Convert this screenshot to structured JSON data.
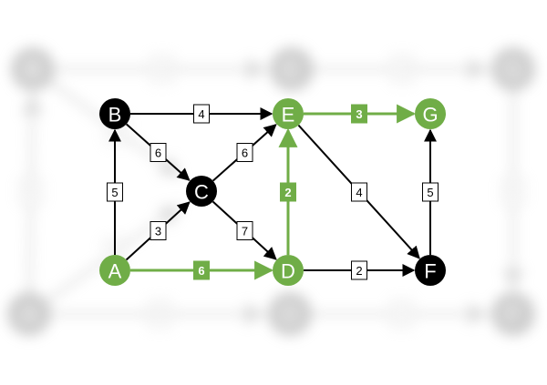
{
  "colors": {
    "highlight": "#70ad47",
    "black_node": "#000000",
    "edge": "#000000",
    "background_node": "#a6a6a6",
    "background_edge": "#bfbfbf",
    "background_text": "#ffffff",
    "weight_box_fill": "#ffffff"
  },
  "graph": {
    "nodes": [
      {
        "id": "A",
        "label": "A",
        "style": "highlight"
      },
      {
        "id": "B",
        "label": "B",
        "style": "black"
      },
      {
        "id": "C",
        "label": "C",
        "style": "black"
      },
      {
        "id": "D",
        "label": "D",
        "style": "highlight"
      },
      {
        "id": "E",
        "label": "E",
        "style": "highlight"
      },
      {
        "id": "F",
        "label": "F",
        "style": "black"
      },
      {
        "id": "G",
        "label": "G",
        "style": "highlight"
      }
    ],
    "edges": [
      {
        "from": "A",
        "to": "B",
        "weight": "5",
        "highlight": false
      },
      {
        "from": "A",
        "to": "C",
        "weight": "3",
        "highlight": false
      },
      {
        "from": "A",
        "to": "D",
        "weight": "6",
        "highlight": true
      },
      {
        "from": "B",
        "to": "E",
        "weight": "4",
        "highlight": false
      },
      {
        "from": "B",
        "to": "C",
        "weight": "6",
        "highlight": false
      },
      {
        "from": "C",
        "to": "E",
        "weight": "6",
        "highlight": false
      },
      {
        "from": "C",
        "to": "D",
        "weight": "7",
        "highlight": false
      },
      {
        "from": "D",
        "to": "E",
        "weight": "2",
        "highlight": true
      },
      {
        "from": "D",
        "to": "F",
        "weight": "2",
        "highlight": false
      },
      {
        "from": "E",
        "to": "F",
        "weight": "4",
        "highlight": false
      },
      {
        "from": "E",
        "to": "G",
        "weight": "3",
        "highlight": true
      },
      {
        "from": "F",
        "to": "G",
        "weight": "5",
        "highlight": false
      }
    ]
  },
  "background_graph": {
    "nodes": [
      {
        "id": "A",
        "label": "A"
      },
      {
        "id": "B",
        "label": "B"
      },
      {
        "id": "D",
        "label": "D"
      },
      {
        "id": "E",
        "label": "E"
      },
      {
        "id": "F",
        "label": "F"
      },
      {
        "id": "G",
        "label": "G"
      }
    ],
    "edges": [
      {
        "from": "A",
        "to": "B",
        "weight": "5"
      },
      {
        "from": "B",
        "to": "E",
        "weight": "4"
      },
      {
        "from": "E",
        "to": "G",
        "weight": "3"
      },
      {
        "from": "A",
        "to": "D",
        "weight": "6"
      },
      {
        "from": "D",
        "to": "F",
        "weight": "2"
      },
      {
        "from": "G",
        "to": "F",
        "weight": "5"
      },
      {
        "from": "B",
        "to": "C",
        "weight": "6"
      },
      {
        "from": "A",
        "to": "C",
        "weight": "3"
      }
    ]
  }
}
